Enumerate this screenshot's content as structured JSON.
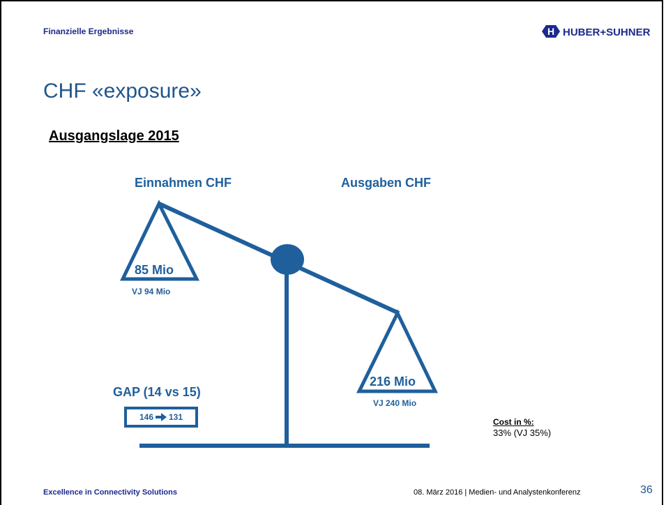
{
  "header": {
    "section": "Finanzielle Ergebnisse",
    "logo_text": "HUBER+SUHNER",
    "logo_mark": "H"
  },
  "title": "CHF «exposure»",
  "subtitle": "Ausgangslage 2015",
  "scale": {
    "left_heading": "Einnahmen CHF",
    "right_heading": "Ausgaben CHF",
    "left_value": "85 Mio",
    "left_prev": "VJ 94 Mio",
    "right_value": "216 Mio",
    "right_prev": "VJ 240 Mio"
  },
  "gap": {
    "title": "GAP (14 vs 15)",
    "from": "146",
    "to": "131"
  },
  "cost": {
    "label": "Cost in %:",
    "value": "33% (VJ 35%)"
  },
  "footer": {
    "left": "Excellence in Connectivity Solutions",
    "right": "08. März 2016 | Medien- und Analystenkonferenz",
    "page": "36"
  },
  "colors": {
    "accent": "#1f5f9c",
    "brand": "#1b2a8c"
  }
}
